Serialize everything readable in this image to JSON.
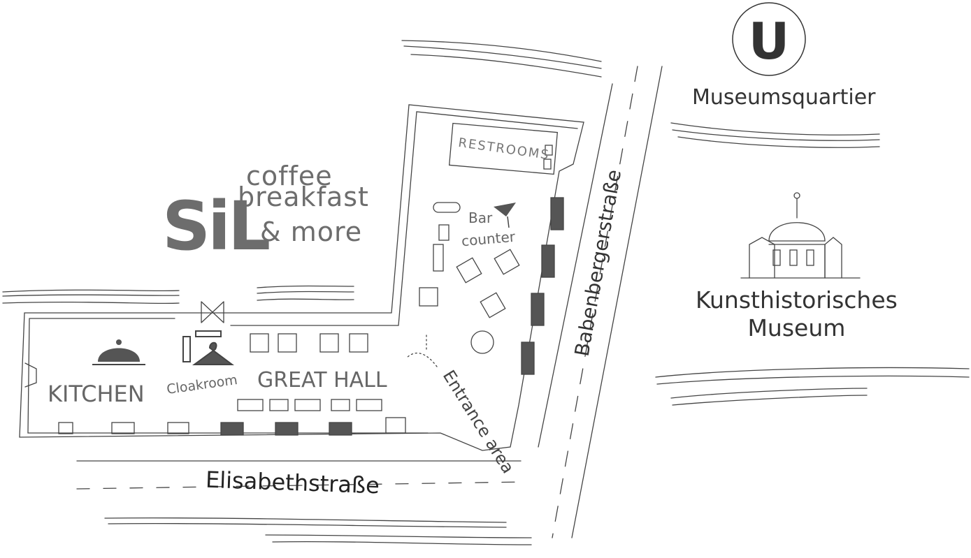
{
  "brand": {
    "name": "SiL",
    "tagline": [
      "coffee",
      "breakfast",
      "& more"
    ]
  },
  "transit": {
    "station_name": "Museumsquartier",
    "logo_letter": "U"
  },
  "landmark": {
    "line1": "Kunsthistorisches",
    "line2": "Museum"
  },
  "streets": {
    "horizontal": "Elisabethstraße",
    "vertical": "Babenbergerstraße"
  },
  "rooms": {
    "kitchen": "KITCHEN",
    "cloakroom": "Cloakroom",
    "great_hall": "GREAT HALL",
    "restrooms": "RESTROOMS",
    "bar_line1": "Bar",
    "bar_line2": "counter",
    "entrance": "Entrance area"
  },
  "colors": {
    "line": "#444444",
    "dark_fill": "#555555",
    "text": "#333333"
  }
}
